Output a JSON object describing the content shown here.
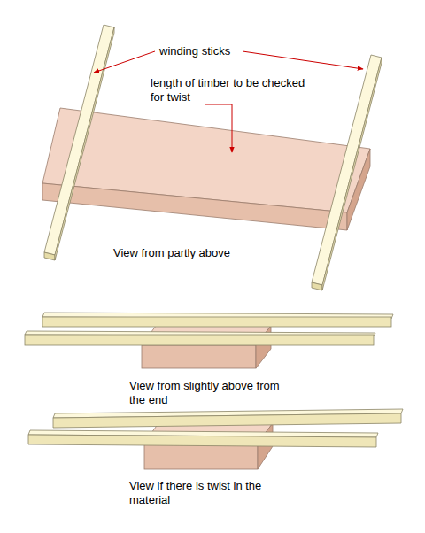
{
  "diagram": {
    "labels": [
      "winding sticks",
      "length of timber to be checked for twist",
      "View from partly above",
      "View from slightly above from the end",
      "View if there is twist in the material"
    ]
  }
}
